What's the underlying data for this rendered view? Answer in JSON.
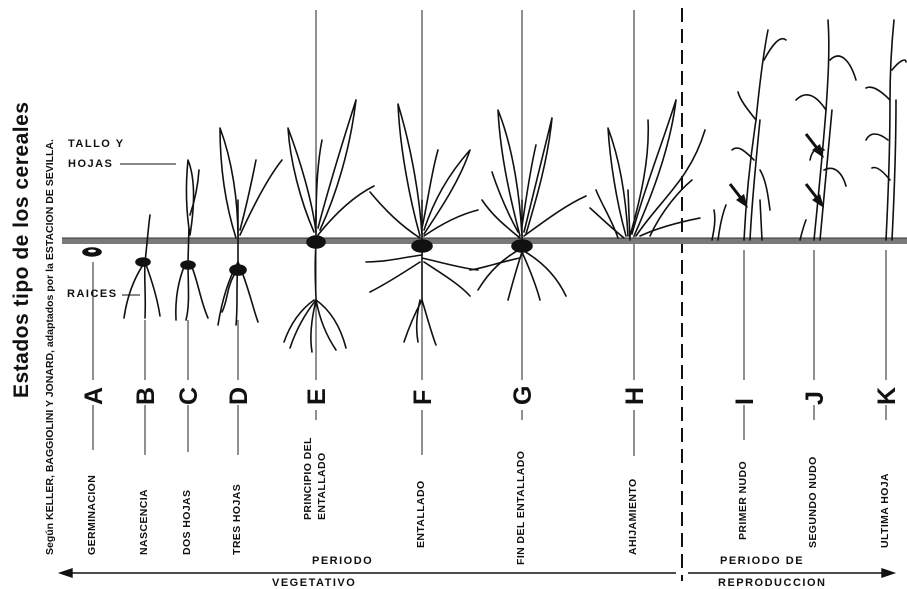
{
  "title": "Estados tipo de los cereales",
  "subtitle": "Según KELLER, BAGGIOLINI Y JONARD, adaptados por la ESTACION DE SEVILLA.",
  "labels": {
    "tallo_y": "TALLO Y",
    "hojas": "HOJAS",
    "raices": "RAICES"
  },
  "stages": [
    {
      "letter": "A",
      "name": "GERMINACION"
    },
    {
      "letter": "B",
      "name": "NASCENCIA"
    },
    {
      "letter": "C",
      "name": "DOS HOJAS"
    },
    {
      "letter": "D",
      "name": "TRES HOJAS"
    },
    {
      "letter": "E",
      "name_line1": "PRINCIPIO DEL",
      "name_line2": "ENTALLADO"
    },
    {
      "letter": "F",
      "name": "ENTALLADO"
    },
    {
      "letter": "G",
      "name": "FIN DEL ENTALLADO"
    },
    {
      "letter": "H",
      "name": "AHIJAMIENTO"
    },
    {
      "letter": "I",
      "name": "PRIMER NUDO"
    },
    {
      "letter": "J",
      "name": "SEGUNDO NUDO"
    },
    {
      "letter": "K",
      "name": "ULTIMA HOJA"
    }
  ],
  "periods": {
    "vegetative_top": "PERIODO",
    "vegetative_bottom": "VEGETATIVO",
    "reproduction_top": "PERIODO DE",
    "reproduction_bottom": "REPRODUCCION"
  },
  "colors": {
    "ink": "#111111",
    "ground": "#6a6a6a",
    "background": "#ffffff"
  }
}
